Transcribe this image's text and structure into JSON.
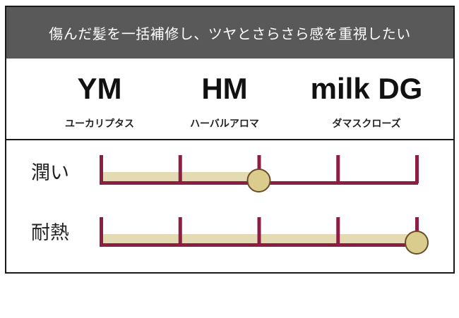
{
  "header": {
    "title": "傷んだ髪を一括補修し、ツヤとさらさら感を重視したい"
  },
  "products": [
    {
      "code": "YM",
      "desc": "ユーカリプタス"
    },
    {
      "code": "HM",
      "desc": "ハーバルアロマ"
    },
    {
      "code": "milk DG",
      "desc": "ダマスクローズ"
    }
  ],
  "scales": [
    {
      "label": "潤い",
      "level": 0.5,
      "steps": 5
    },
    {
      "label": "耐熱",
      "level": 1.0,
      "steps": 5
    }
  ],
  "colors": {
    "header_bg": "#595959",
    "scale_line": "#8b1e45",
    "scale_fill": "#e4dbb4",
    "knob_fill": "#d9cc8c",
    "knob_stroke": "#6b4b2a"
  }
}
